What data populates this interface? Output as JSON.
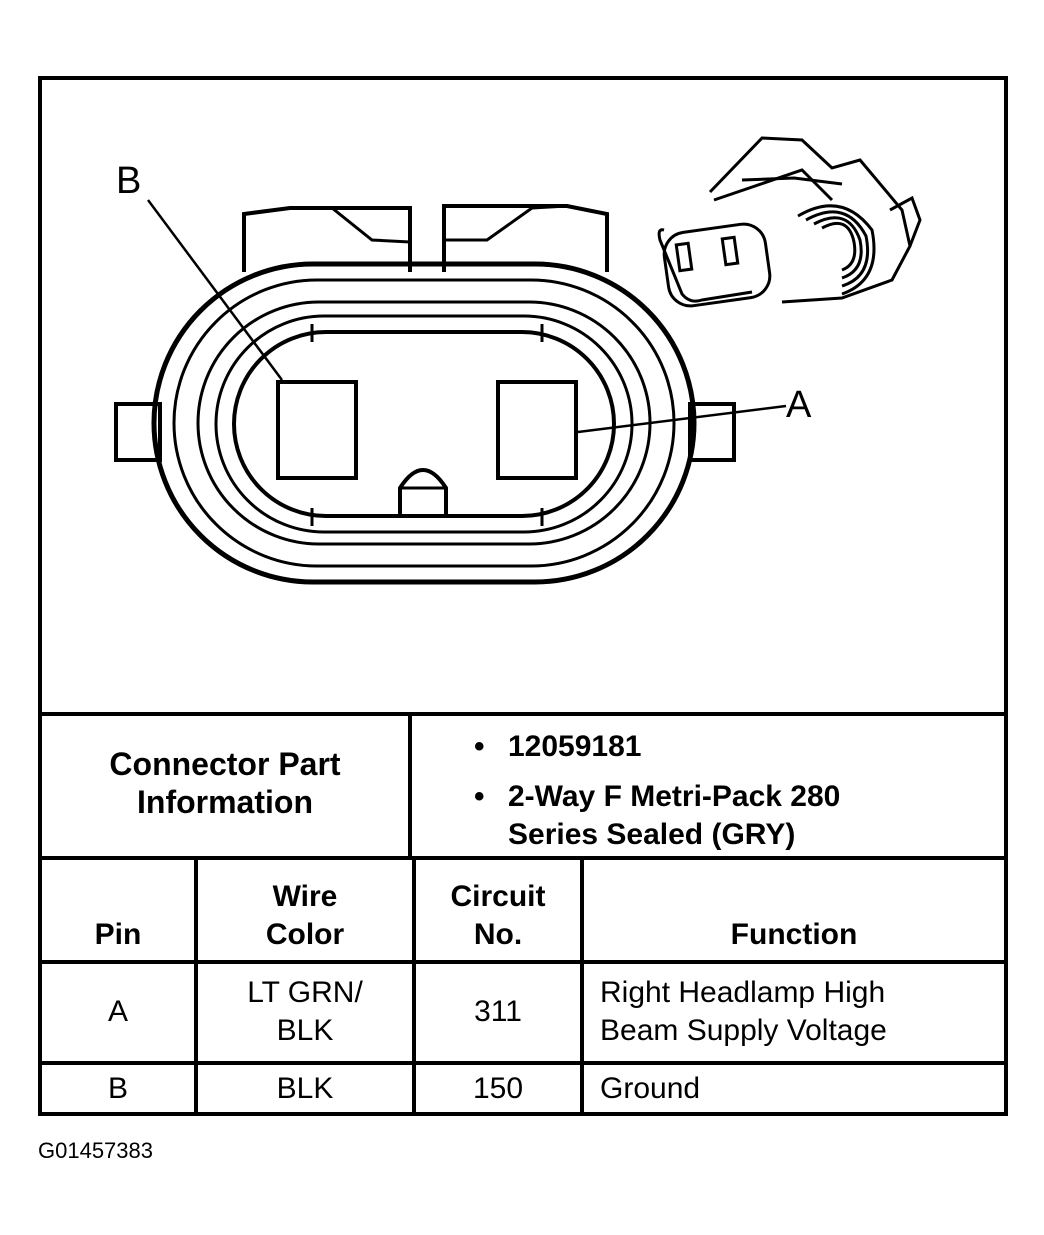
{
  "figure_id": "G01457383",
  "callouts": {
    "b": "B",
    "a": "A"
  },
  "connector_info": {
    "label": "Connector Part Information",
    "bullet": "•",
    "items": [
      "12059181",
      "2-Way F Metri-Pack 280 Series Sealed (GRY)"
    ]
  },
  "pin_table": {
    "headers": {
      "pin": "Pin",
      "wire_color": "Wire Color",
      "circuit": "Circuit No.",
      "function": "Function"
    },
    "rows": [
      {
        "pin": "A",
        "wire_color": "LT GRN/ BLK",
        "circuit": "311",
        "function": "Right Headlamp High Beam Supply Voltage"
      },
      {
        "pin": "B",
        "wire_color": "BLK",
        "circuit": "150",
        "function": "Ground"
      }
    ]
  }
}
